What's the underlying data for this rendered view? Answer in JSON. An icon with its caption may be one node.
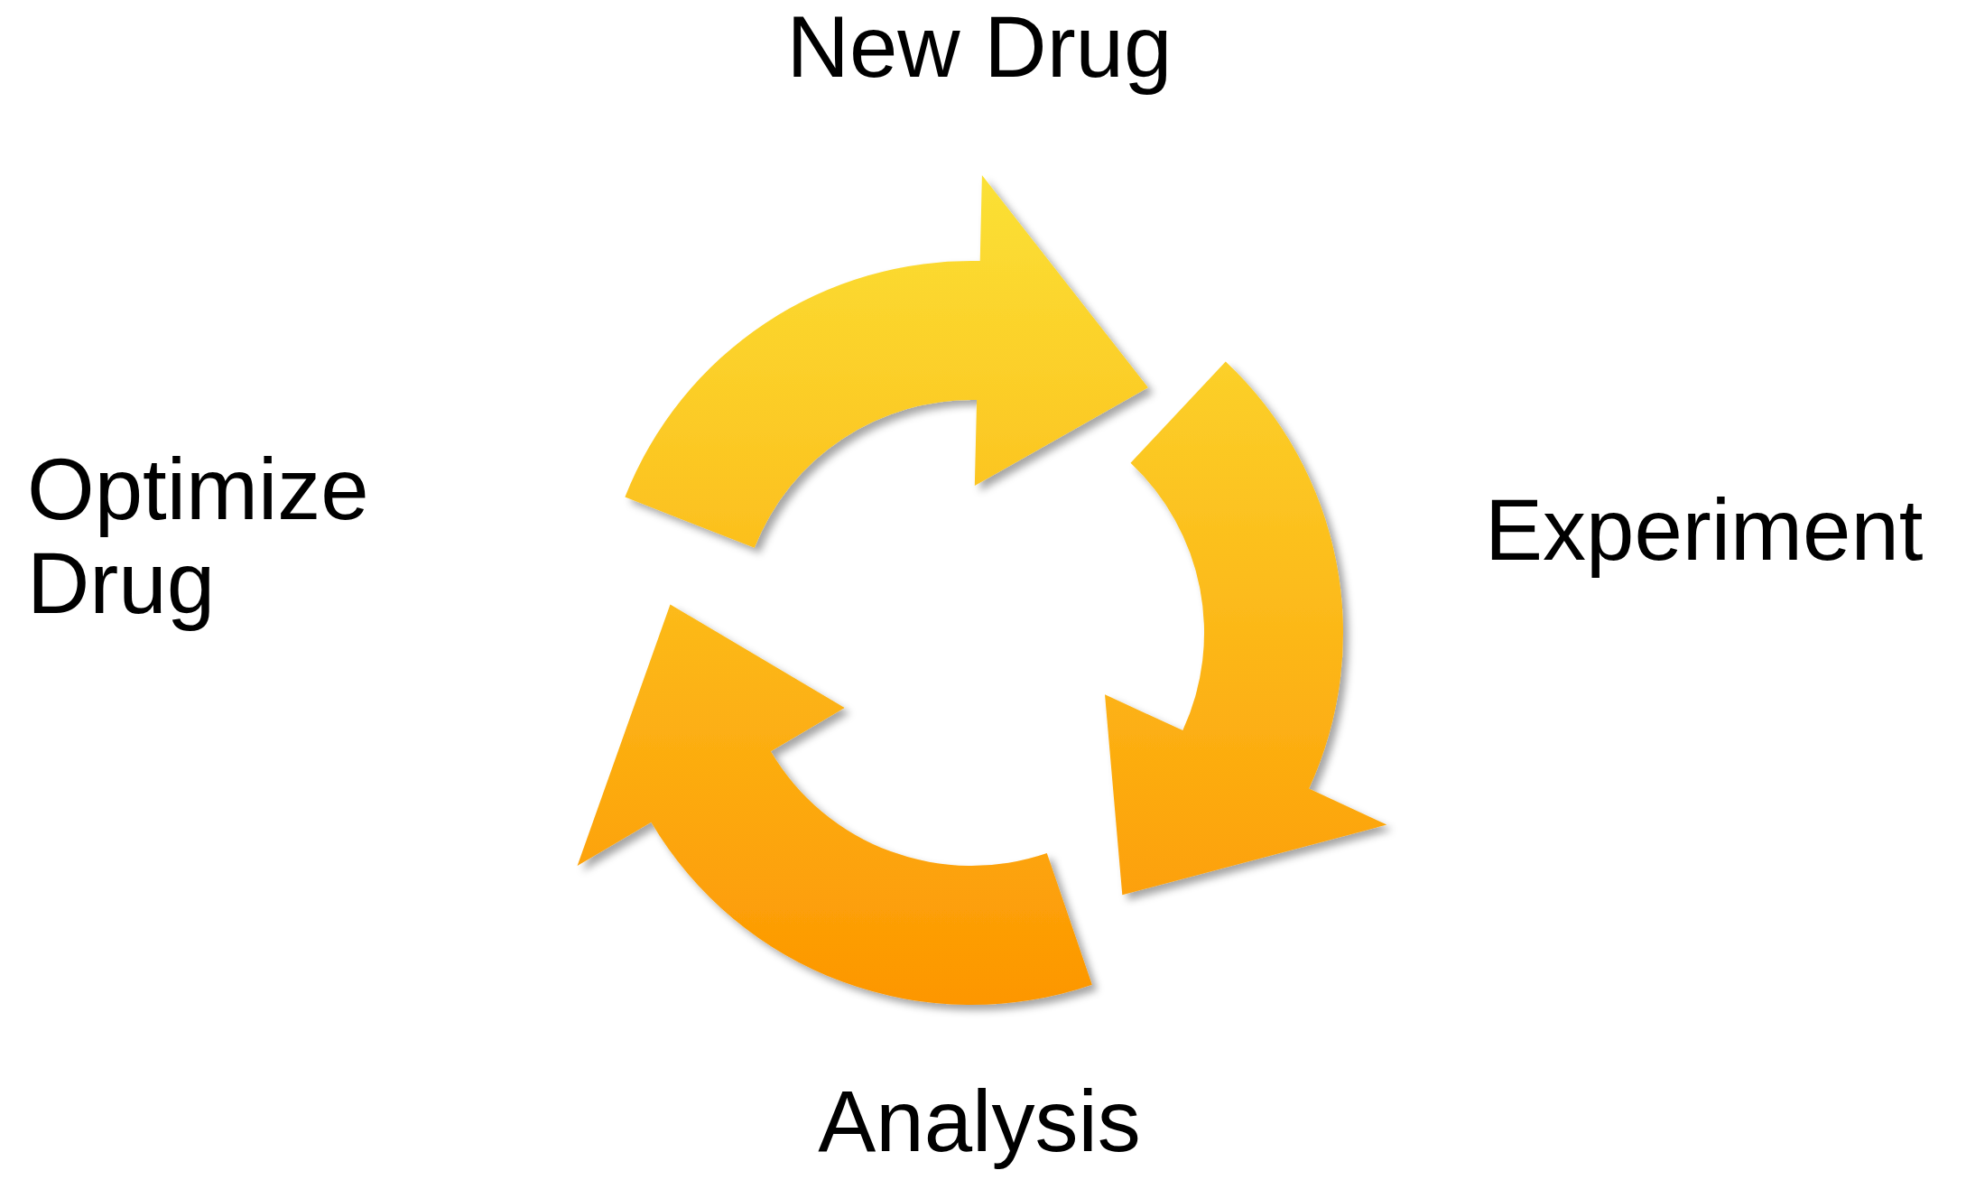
{
  "diagram": {
    "nodes": [
      {
        "text": [
          "New Drug"
        ]
      },
      {
        "text": [
          "Experiment"
        ]
      },
      {
        "text": [
          "Analysis"
        ]
      },
      {
        "text": [
          "Optimize Drug"
        ]
      }
    ],
    "edges": [
      {
        "from": 3,
        "to": 0,
        "arrow": "to"
      },
      {
        "from": 1,
        "to": 2,
        "arrow": "to"
      },
      {
        "from": 2,
        "to": 3,
        "arrow": "to"
      }
    ]
  }
}
